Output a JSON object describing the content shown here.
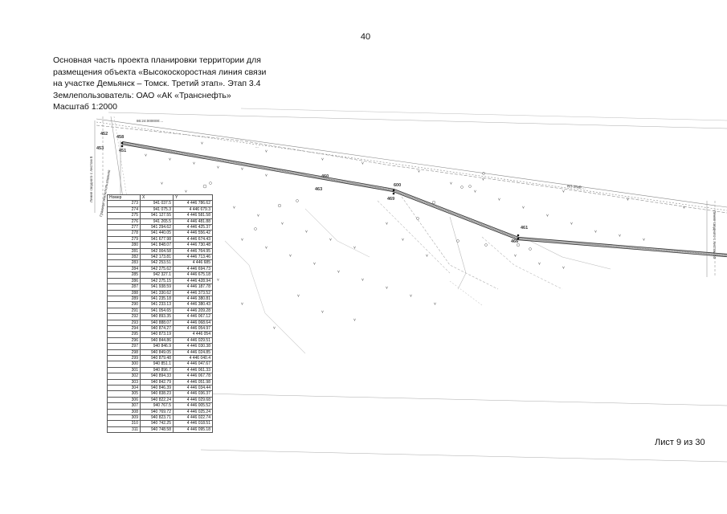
{
  "page_number": "40",
  "header": {
    "line1": "Основная часть проекта планировки территории для",
    "line2": "размещения объекта «Высокоскоростная линия связи",
    "line3": "на участке Демьянск – Томск. Третий этап». Этап 3.4",
    "line4": "Землепользователь: ОАО «АК «Транснефть»",
    "line5": "Масштаб 1:2000"
  },
  "sheet_label": "Лист 9 из 30",
  "map": {
    "points": [
      "452",
      "458",
      "453",
      "451",
      "460",
      "463",
      "600",
      "469",
      "461",
      "466"
    ],
    "left_label_1": "Линия сводного с листом 8",
    "left_label_2": "Граница землепользования",
    "right_label": "Линия сводного с листом 10",
    "cadastral_1": "86:24:000000:...",
    "cadastral_2": "ВЛ-35кВ ...",
    "label_road": "..."
  },
  "table": {
    "headers": [
      "Номер",
      "X",
      "Y"
    ],
    "rows": [
      [
        "273",
        "941 037.5",
        "4 446 786.62"
      ],
      [
        "274",
        "941 075.3",
        "4 446 679.3"
      ],
      [
        "275",
        "941 127.55",
        "4 446 581.58"
      ],
      [
        "276",
        "941 265.5",
        "4 446 481.88"
      ],
      [
        "277",
        "941 294.62",
        "4 446 425.37"
      ],
      [
        "278",
        "941 440.05",
        "4 446 556.42"
      ],
      [
        "279",
        "941 677.98",
        "4 446 674.43"
      ],
      [
        "280",
        "941 848.07",
        "4 446 730.48"
      ],
      [
        "281",
        "942 004.58",
        "4 446 764.95"
      ],
      [
        "282",
        "942 173.81",
        "4 446 713.46"
      ],
      [
        "283",
        "942 253.51",
        "4 446 685"
      ],
      [
        "284",
        "942 275.62",
        "4 446 694.73"
      ],
      [
        "285",
        "942 327.1",
        "4 446 675.18"
      ],
      [
        "286",
        "942 275.15",
        "4 446 428.94"
      ],
      [
        "287",
        "941 938.59",
        "4 446 187.78"
      ],
      [
        "288",
        "941 330.62",
        "4 446 373.52"
      ],
      [
        "289",
        "941 235.18",
        "4 446 380.81"
      ],
      [
        "290",
        "941 233.13",
        "4 446 380.43"
      ],
      [
        "291",
        "941 054.65",
        "4 446 209.28"
      ],
      [
        "292",
        "940 893.35",
        "4 446 067.12"
      ],
      [
        "293",
        "940 888.07",
        "4 446 068.64"
      ],
      [
        "294",
        "940 874.27",
        "4 446 054.97"
      ],
      [
        "295",
        "940 873.19",
        "4 446 054"
      ],
      [
        "296",
        "940 844.86",
        "4 446 029.51"
      ],
      [
        "297",
        "940 846.9",
        "4 446 030.38"
      ],
      [
        "298",
        "940 849.05",
        "4 446 024.85"
      ],
      [
        "299",
        "940 879.48",
        "4 446 040.4"
      ],
      [
        "300",
        "940 851.1",
        "4 446 047.67"
      ],
      [
        "301",
        "940 896.7",
        "4 446 061.33"
      ],
      [
        "302",
        "940 894.33",
        "4 446 067.78"
      ],
      [
        "303",
        "940 842.79",
        "4 446 051.98"
      ],
      [
        "304",
        "940 846.39",
        "4 446 034.44"
      ],
      [
        "305",
        "940 838.23",
        "4 446 036.37"
      ],
      [
        "306",
        "940 822.24",
        "4 446 029.68"
      ],
      [
        "307",
        "940 767.5",
        "4 446 005.52"
      ],
      [
        "308",
        "940 769.72",
        "4 446 025.24"
      ],
      [
        "309",
        "940 823.71",
        "4 446 022.74"
      ],
      [
        "310",
        "940 742.25",
        "4 446 018.51"
      ],
      [
        "311",
        "940 748.58",
        "4 446 095.18"
      ]
    ]
  }
}
